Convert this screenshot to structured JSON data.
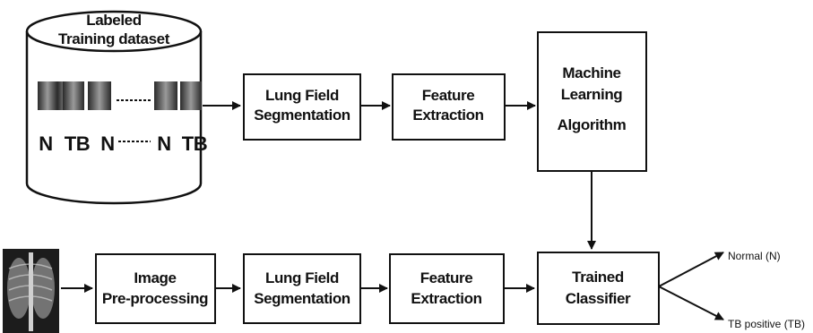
{
  "database": {
    "title_line1": "Labeled",
    "title_line2": "Training dataset",
    "labels": [
      "N",
      "TB",
      "N",
      "N",
      "TB"
    ]
  },
  "training": {
    "segmentation": [
      "Lung Field",
      "Segmentation"
    ],
    "feature": [
      "Feature",
      "Extraction"
    ],
    "ml": [
      "Machine",
      "Learning",
      "Algorithm"
    ]
  },
  "testing": {
    "preprocess": [
      "Image",
      "Pre-processing"
    ],
    "segmentation": [
      "Lung Field",
      "Segmentation"
    ],
    "feature": [
      "Feature",
      "Extraction"
    ],
    "classifier": [
      "Trained",
      "Classifier"
    ]
  },
  "outputs": {
    "normal": "Normal (N)",
    "tb": "TB positive (TB)"
  }
}
